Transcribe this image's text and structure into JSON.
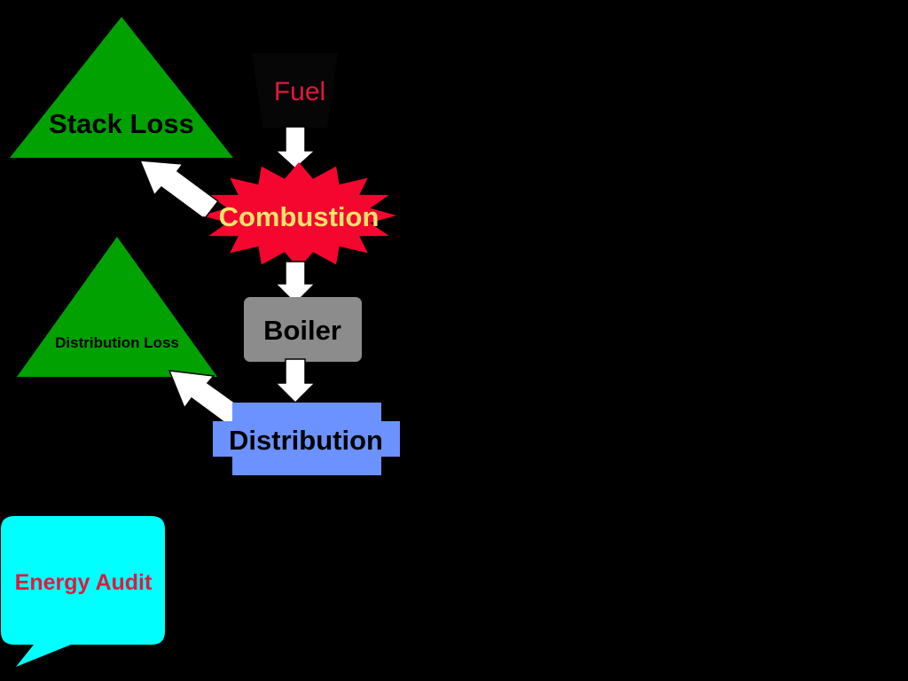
{
  "nodes": {
    "fuel": {
      "label": "Fuel"
    },
    "combustion": {
      "label": "Combustion"
    },
    "boiler": {
      "label": "Boiler"
    },
    "distribution": {
      "label": "Distribution"
    },
    "stack_loss": {
      "label": "Stack Loss"
    },
    "distribution_loss": {
      "label": "Distribution Loss"
    }
  },
  "callout": {
    "label": "Energy Audit"
  },
  "colors": {
    "background": "#000000",
    "fuel_text": "#e4173e",
    "combustion_fill": "#f5062f",
    "combustion_text": "#fde36b",
    "boiler_fill": "#8c8c8c",
    "distribution_fill": "#6b92ff",
    "loss_fill": "#00a100",
    "callout_fill": "#00ffff",
    "callout_text": "#e4173e",
    "arrow_fill": "#ffffff"
  }
}
